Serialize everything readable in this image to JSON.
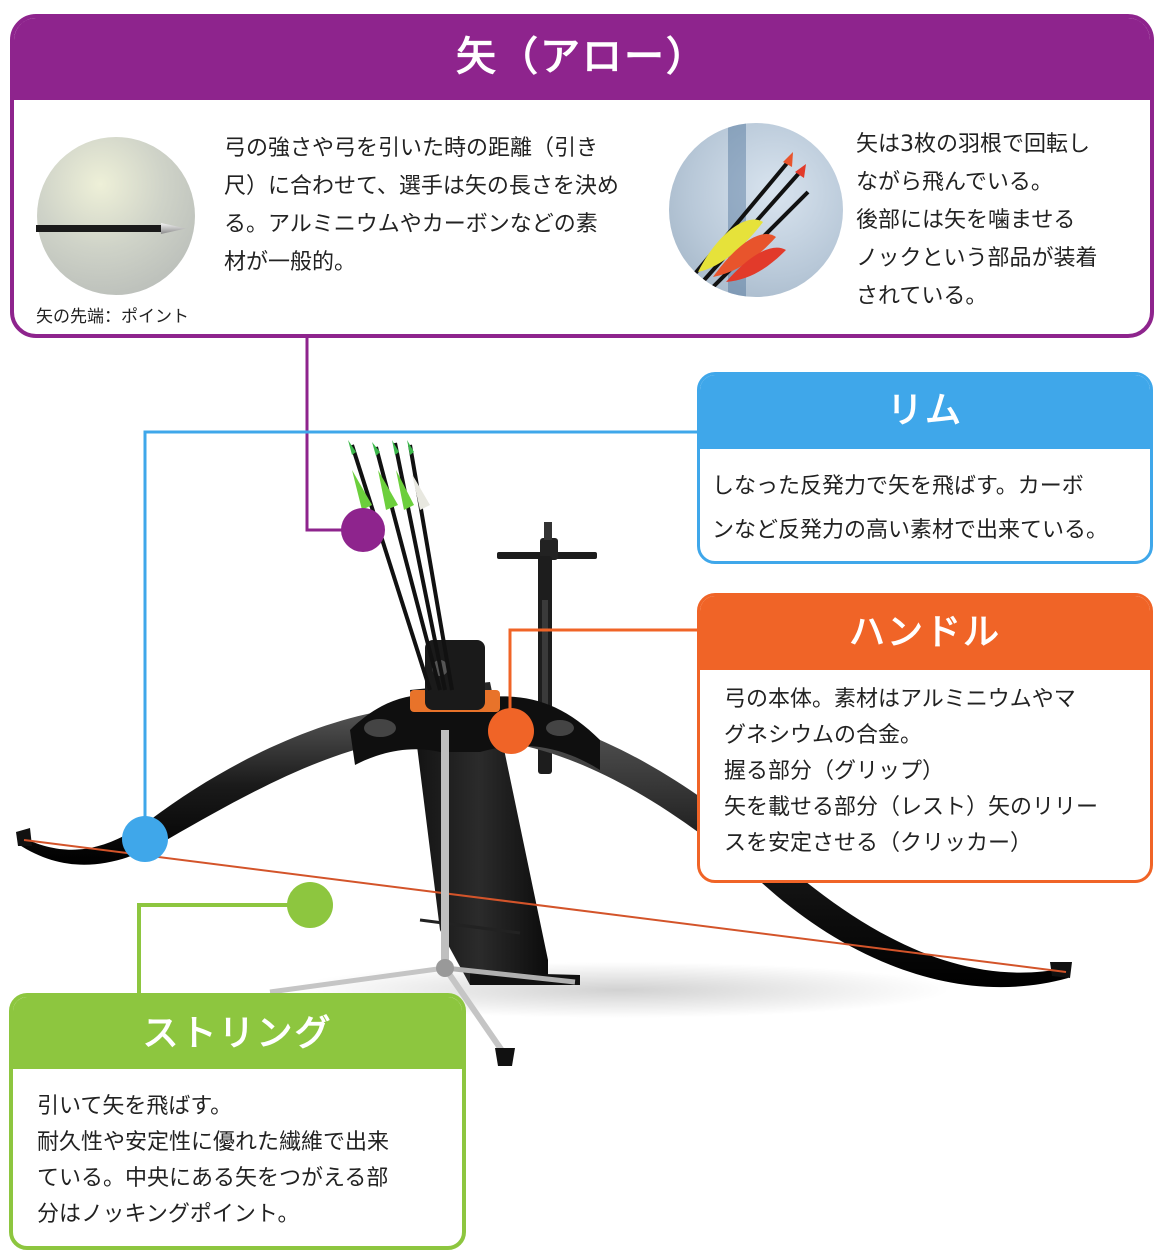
{
  "arrow": {
    "title": "矢（アロー）",
    "description_left": "弓の強さや弓を引いた時の距離（引き\n尺）に合わせて、選手は矢の長さを決め\nる。アルミニウムやカーボンなどの素\n材が一般的。",
    "photo_caption": "矢の先端：ポイント",
    "description_right": "矢は3枚の羽根で回転し\nながら飛んでいる。\n後部には矢を噛ませる\nノックという部品が装着\nされている。",
    "color": "#8e248d"
  },
  "limb": {
    "title": "リム",
    "description": "しなった反発力で矢を飛ばす。カーボ\nンなど反発力の高い素材で出来ている。",
    "color": "#3fa7ea"
  },
  "handle": {
    "title": "ハンドル",
    "description": "弓の本体。素材はアルミニウムやマ\nグネシウムの合金。\n握る部分（グリップ）\n矢を載せる部分（レスト）矢のリリー\nスを安定させる（クリッカー）",
    "color": "#f06427"
  },
  "string": {
    "title": "ストリング",
    "description": "引いて矢を飛ばす。\n耐久性や安定性に優れた繊維で出来\nている。中央にある矢をつがえる部\n分はノッキングポイント。",
    "color": "#8dc63f"
  }
}
